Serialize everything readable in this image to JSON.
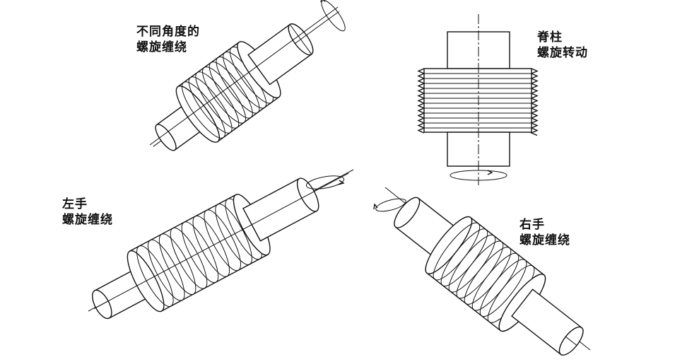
{
  "labels": {
    "top_left": [
      "不同角度的",
      "螺旋缠绕"
    ],
    "top_right": [
      "脊柱",
      "螺旋转动"
    ],
    "bottom_left": [
      "左手",
      "螺旋缠绕"
    ],
    "bottom_right": [
      "右手",
      "螺旋缠绕"
    ]
  }
}
